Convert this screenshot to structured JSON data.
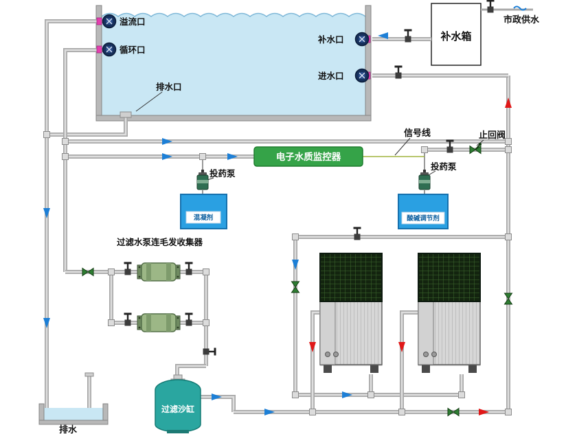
{
  "colors": {
    "water": "#c9e7f4",
    "water_edge": "#7fb8d8",
    "wall": "#b8b8b8",
    "wall_edge": "#848484",
    "pipe": "#a8a8a8",
    "pipe_core": "#dedede",
    "arrow_blue": "#1d7fd6",
    "arrow_red": "#e01818",
    "monitor_green": "#35a348",
    "tank_blue": "#2aa0e2",
    "sand_teal": "#2aa6a0",
    "valve_green": "#2e7d32",
    "signal_green": "#a0b43e",
    "gasket_pink": "#e43fae"
  },
  "pool": {
    "overflow_label": "溢流口",
    "circulation_label": "循环口",
    "drain_label": "排水口",
    "makeup_label": "补水口",
    "inlet_label": "进水口"
  },
  "makeup_tank": {
    "label": "补水箱"
  },
  "municipal": {
    "label": "市政供水"
  },
  "monitor": {
    "label": "电子水质监控器"
  },
  "signal": {
    "label": "信号线"
  },
  "check_valve": {
    "label": "止回阀"
  },
  "dosing_left": {
    "label": "投药泵",
    "tank_label": "混凝剂"
  },
  "dosing_right": {
    "label": "投药泵",
    "tank_label": "酸碱调节剂"
  },
  "filtration": {
    "pump_label": "过滤水泵连毛发收集器",
    "sand_filter_label": "过滤沙缸"
  },
  "drain": {
    "label": "排水"
  }
}
